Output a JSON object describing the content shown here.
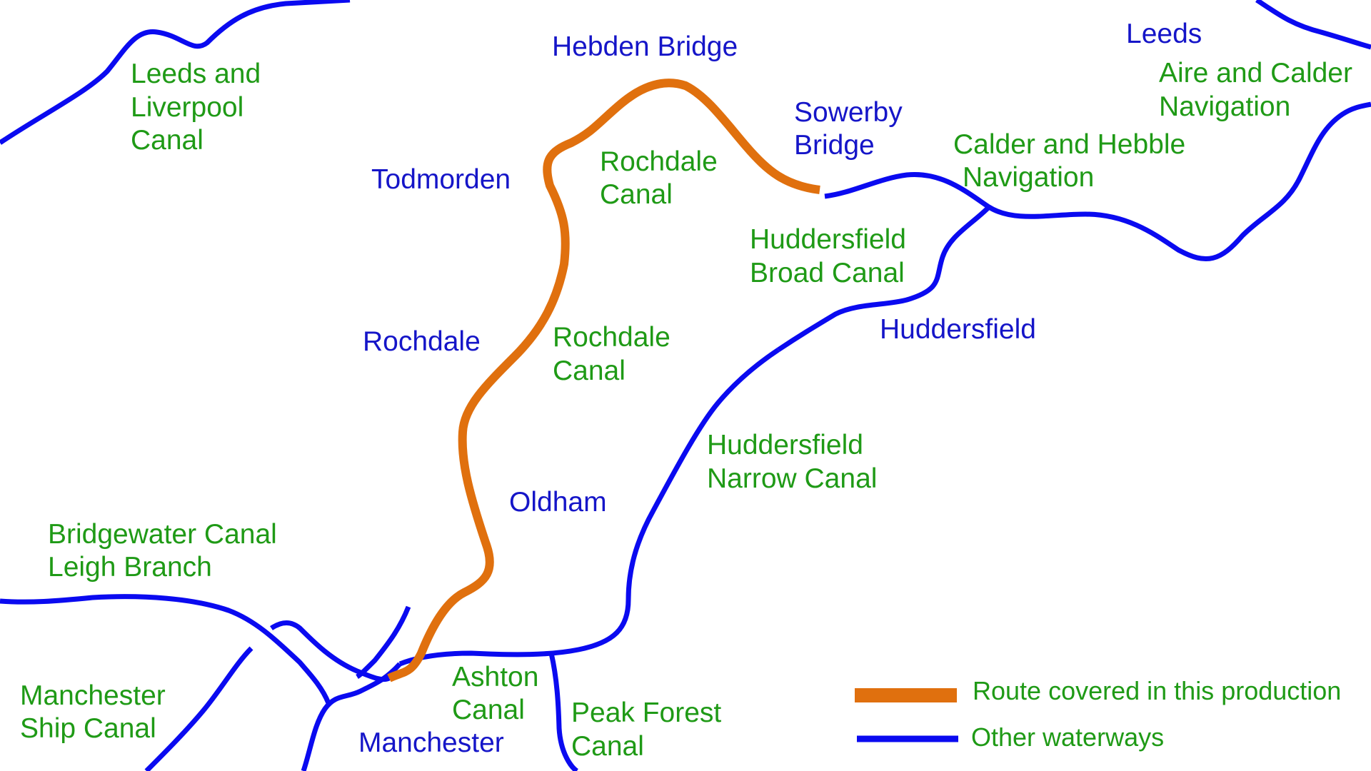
{
  "colors": {
    "route": "#e0700e",
    "waterway": "#0a0af0",
    "place_text": "#1515c8",
    "canal_text": "#1f9a16",
    "background": "#ffffff"
  },
  "places": {
    "hebden_bridge": "Hebden Bridge",
    "leeds": "Leeds",
    "sowerby_bridge_1": "Sowerby",
    "sowerby_bridge_2": "Bridge",
    "todmorden": "Todmorden",
    "rochdale": "Rochdale",
    "huddersfield": "Huddersfield",
    "oldham": "Oldham",
    "manchester": "Manchester"
  },
  "canals": {
    "leeds_liverpool_1": "Leeds and",
    "leeds_liverpool_2": "Liverpool",
    "leeds_liverpool_3": "Canal",
    "aire_calder_1": "Aire and Calder",
    "aire_calder_2": "Navigation",
    "calder_hebble_1": "Calder and Hebble",
    "calder_hebble_2": "Navigation",
    "rochdale_north_1": "Rochdale",
    "rochdale_north_2": "Canal",
    "huddersfield_broad_1": "Huddersfield",
    "huddersfield_broad_2": "Broad Canal",
    "rochdale_south_1": "Rochdale",
    "rochdale_south_2": "Canal",
    "huddersfield_narrow_1": "Huddersfield",
    "huddersfield_narrow_2": "Narrow Canal",
    "bridgewater_1": "Bridgewater Canal",
    "bridgewater_2": "Leigh Branch",
    "ashton_1": "Ashton",
    "ashton_2": "Canal",
    "peak_forest_1": "Peak Forest",
    "peak_forest_2": "Canal",
    "ship_canal_1": "Manchester",
    "ship_canal_2": "Ship Canal"
  },
  "legend": {
    "route_label": "Route covered in this production",
    "other_label": "Other waterways"
  }
}
